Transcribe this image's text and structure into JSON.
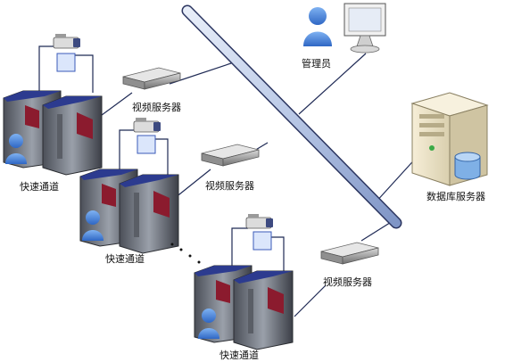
{
  "labels": {
    "fast_lane": "快速通道",
    "video_server": "视频服务器",
    "admin": "管理员",
    "db_server": "数据库服务器"
  },
  "icons": {
    "camera": "camera-icon",
    "gate": "turnstile-gate-icon",
    "user": "user-icon",
    "server_box": "video-server-box-icon",
    "monitor": "monitor-icon",
    "tower": "database-server-tower-icon",
    "database": "database-cylinder-icon"
  },
  "colors": {
    "backbone": "#b9c8e6",
    "user_blue": "#3a7ddb",
    "gate_red": "#8b1b2e",
    "line": "#1f2a55"
  }
}
